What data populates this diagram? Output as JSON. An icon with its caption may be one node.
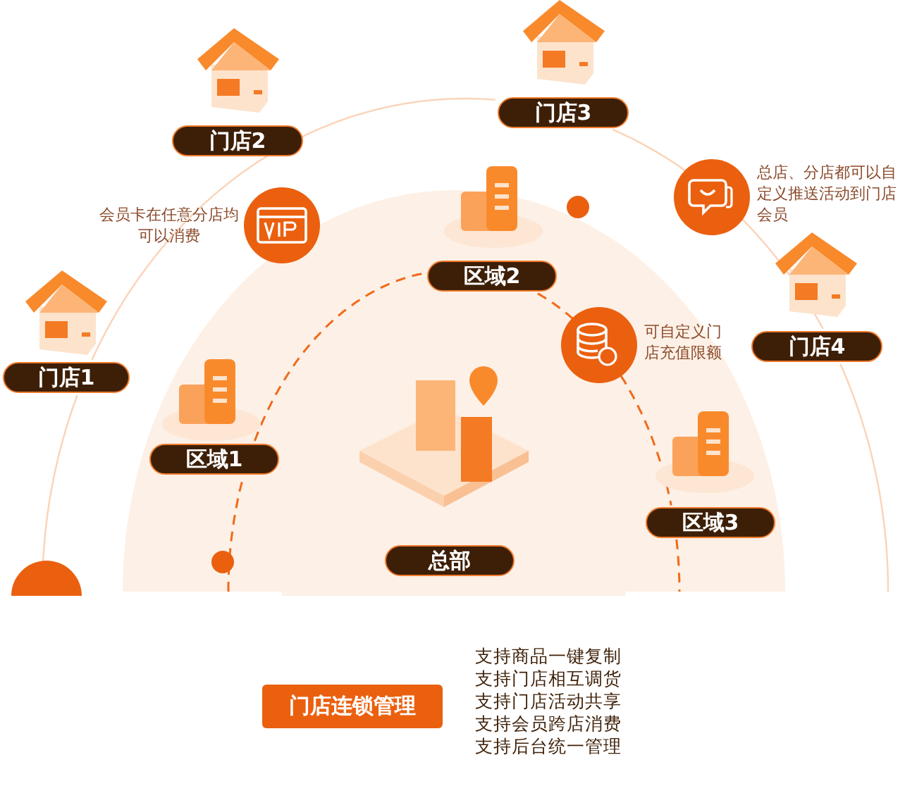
{
  "diagram": {
    "nodes": [
      {
        "text": [
          "门店1"
        ]
      },
      {
        "text": [
          "门店2"
        ]
      },
      {
        "text": [
          "门店3"
        ]
      },
      {
        "text": [
          "门店4"
        ]
      },
      {
        "text": [
          "区域1"
        ]
      },
      {
        "text": [
          "区域2"
        ]
      },
      {
        "text": [
          "区域3"
        ]
      },
      {
        "text": [
          "总部"
        ]
      },
      {
        "text": [
          "门店连锁管理"
        ]
      }
    ],
    "edges": [
      {
        "from": null,
        "to": 0,
        "arrow": "none"
      },
      {
        "from": 0,
        "to": 1,
        "arrow": "none"
      },
      {
        "from": 1,
        "to": 2,
        "arrow": "none"
      },
      {
        "from": 2,
        "to": 3,
        "arrow": "none"
      },
      {
        "from": 3,
        "to": null,
        "arrow": "none"
      },
      {
        "from": null,
        "to": 4,
        "arrow": "none",
        "style": "dashed",
        "color": "#f06a1a"
      },
      {
        "from": 4,
        "to": 5,
        "arrow": "none",
        "style": "dashed",
        "color": "#f06a1a"
      },
      {
        "from": 5,
        "to": 6,
        "arrow": "none",
        "style": "dashed",
        "color": "#f06a1a"
      },
      {
        "from": 6,
        "to": null,
        "arrow": "none",
        "style": "dashed",
        "color": "#f06a1a"
      }
    ],
    "labels": [
      "会员卡在任意分店均可以消费",
      "总店、分店都可以自定义推送活动到门店会员",
      "可自定义门店充值限额",
      "支持商品一键复制",
      "支持门店相互调货",
      "支持门店活动共享",
      "支持会员跨店消费",
      "支持后台统一管理"
    ]
  }
}
